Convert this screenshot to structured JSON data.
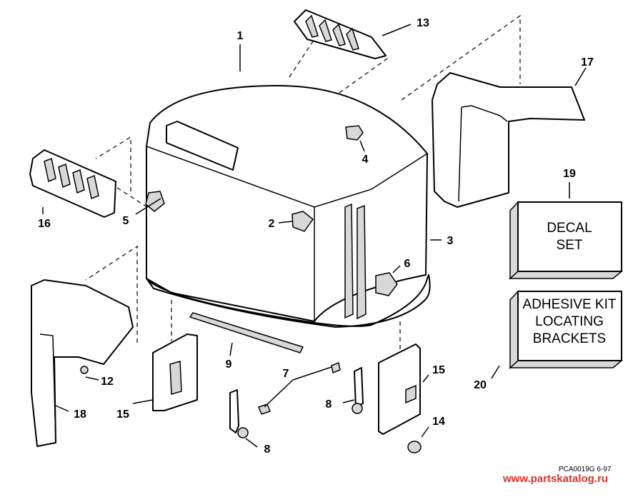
{
  "callouts": {
    "c1": "1",
    "c2": "2",
    "c3": "3",
    "c4": "4",
    "c5": "5",
    "c6": "6",
    "c7": "7",
    "c8a": "8",
    "c8b": "8",
    "c9": "9",
    "c12": "12",
    "c13": "13",
    "c14": "14",
    "c15a": "15",
    "c15b": "15",
    "c16": "16",
    "c17": "17",
    "c18": "18",
    "c19": "19",
    "c20": "20"
  },
  "decal_box": {
    "line1": "DECAL",
    "line2": "SET"
  },
  "adhesive_box": {
    "line1": "ADHESIVE KIT",
    "line2": "LOCATING",
    "line3": "BRACKETS"
  },
  "footer": {
    "code": "PCA0019G   6-97",
    "watermark": "www.partskatalog.ru"
  },
  "colors": {
    "line": "#000000",
    "background": "#ffffff",
    "watermark": "#d9322a"
  }
}
